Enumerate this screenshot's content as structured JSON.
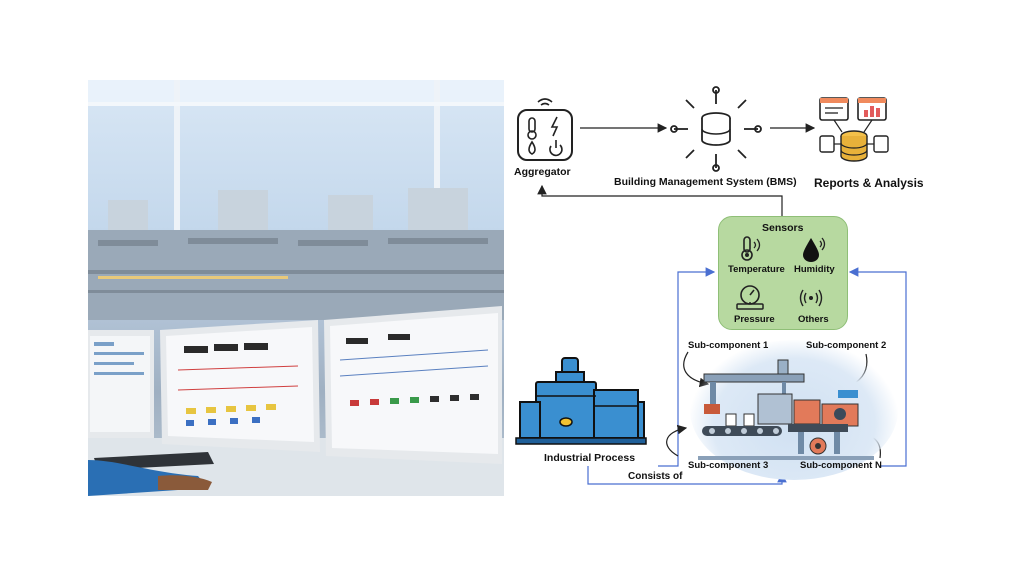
{
  "diagram": {
    "aggregator": "Aggregator",
    "bms": "Building Management System (BMS)",
    "reports": "Reports & Analysis",
    "sensors": {
      "title": "Sensors",
      "items": [
        "Temperature",
        "Humidity",
        "Pressure",
        "Others"
      ]
    },
    "industrial_process": "Industrial Process",
    "consists_of": "Consists of",
    "subcomponents": [
      "Sub-component 1",
      "Sub-component 2",
      "Sub-component 3",
      "Sub-component N"
    ]
  },
  "colors": {
    "sensors_fill": "#b7d9a0",
    "machine_blue": "#3a8fd0",
    "connector_blue": "#4a6fd1",
    "bms_db": "#e8b13a"
  }
}
